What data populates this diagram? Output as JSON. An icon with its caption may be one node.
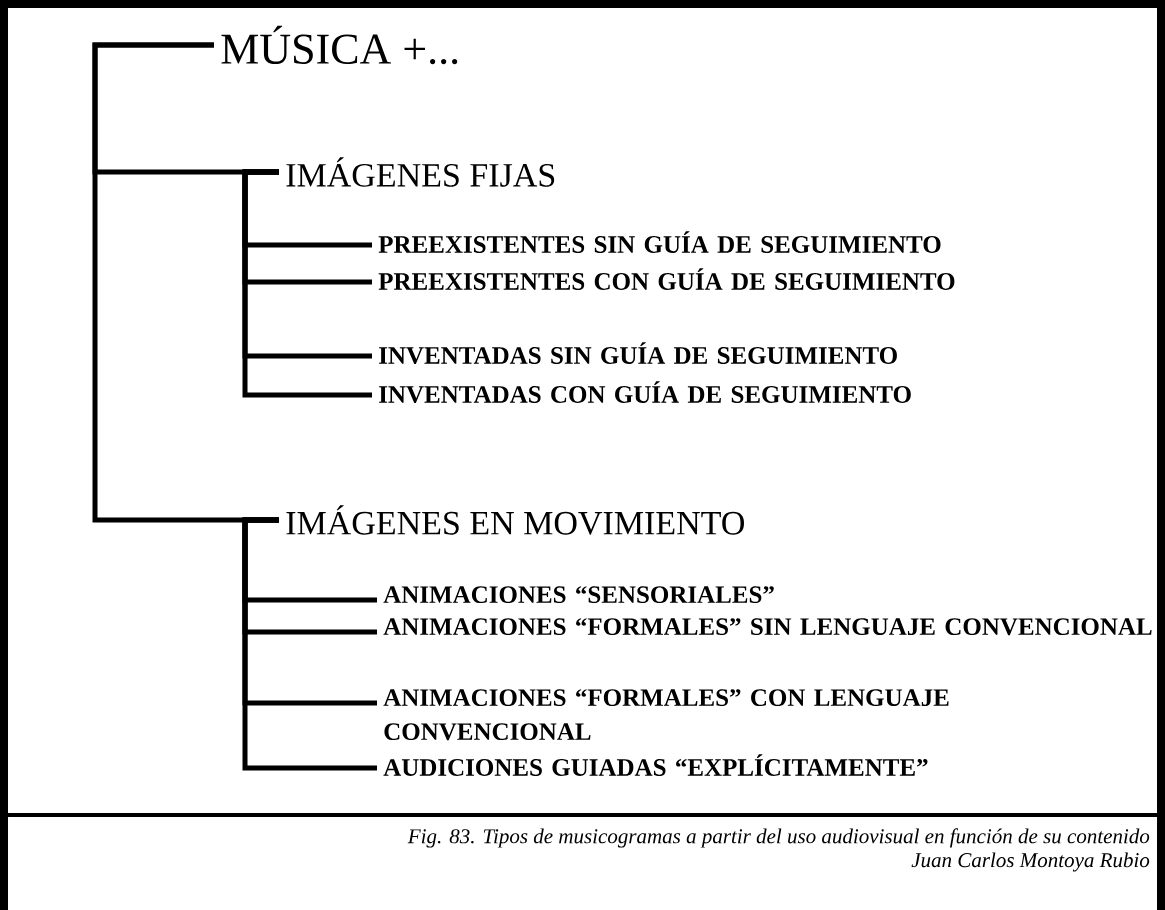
{
  "diagram": {
    "caption": "Fig. 83. Tipos de musicogramas a partir del uso audiovisual en función de su contenido",
    "nodes": [
      {
        "text": [
          "MÚSICA +..."
        ]
      },
      {
        "text": [
          "IMÁGENES FIJAS"
        ]
      },
      {
        "text": [
          "PREEXISTENTES SIN GUÍA DE SEGUIMIENTO"
        ]
      },
      {
        "text": [
          "PREEXISTENTES CON GUÍA DE SEGUIMIENTO"
        ]
      },
      {
        "text": [
          "INVENTADAS SIN GUÍA DE SEGUIMIENTO"
        ]
      },
      {
        "text": [
          "INVENTADAS CON GUÍA DE SEGUIMIENTO"
        ]
      },
      {
        "text": [
          "IMÁGENES EN MOVIMIENTO"
        ]
      },
      {
        "text": [
          "ANIMACIONES “SENSORIALES”"
        ]
      },
      {
        "text": [
          "ANIMACIONES “FORMALES” SIN LENGUAJE CONVENCIONAL"
        ]
      },
      {
        "text": [
          "ANIMACIONES “FORMALES” CON LENGUAJE CONVENCIONAL"
        ]
      },
      {
        "text": [
          "AUDICIONES GUIADAS “EXPLÍCITAMENTE”"
        ]
      }
    ],
    "edges": [
      {
        "from": 0,
        "to": 1,
        "arrow": "none"
      },
      {
        "from": 0,
        "to": 6,
        "arrow": "none"
      },
      {
        "from": 1,
        "to": 2,
        "arrow": "none"
      },
      {
        "from": 1,
        "to": 3,
        "arrow": "none"
      },
      {
        "from": 1,
        "to": 4,
        "arrow": "none"
      },
      {
        "from": 1,
        "to": 5,
        "arrow": "none"
      },
      {
        "from": 6,
        "to": 7,
        "arrow": "none"
      },
      {
        "from": 6,
        "to": 8,
        "arrow": "none"
      },
      {
        "from": 6,
        "to": 9,
        "arrow": "none"
      },
      {
        "from": 6,
        "to": 10,
        "arrow": "none"
      }
    ],
    "labels": [
      "Juan Carlos Montoya Rubio"
    ]
  }
}
